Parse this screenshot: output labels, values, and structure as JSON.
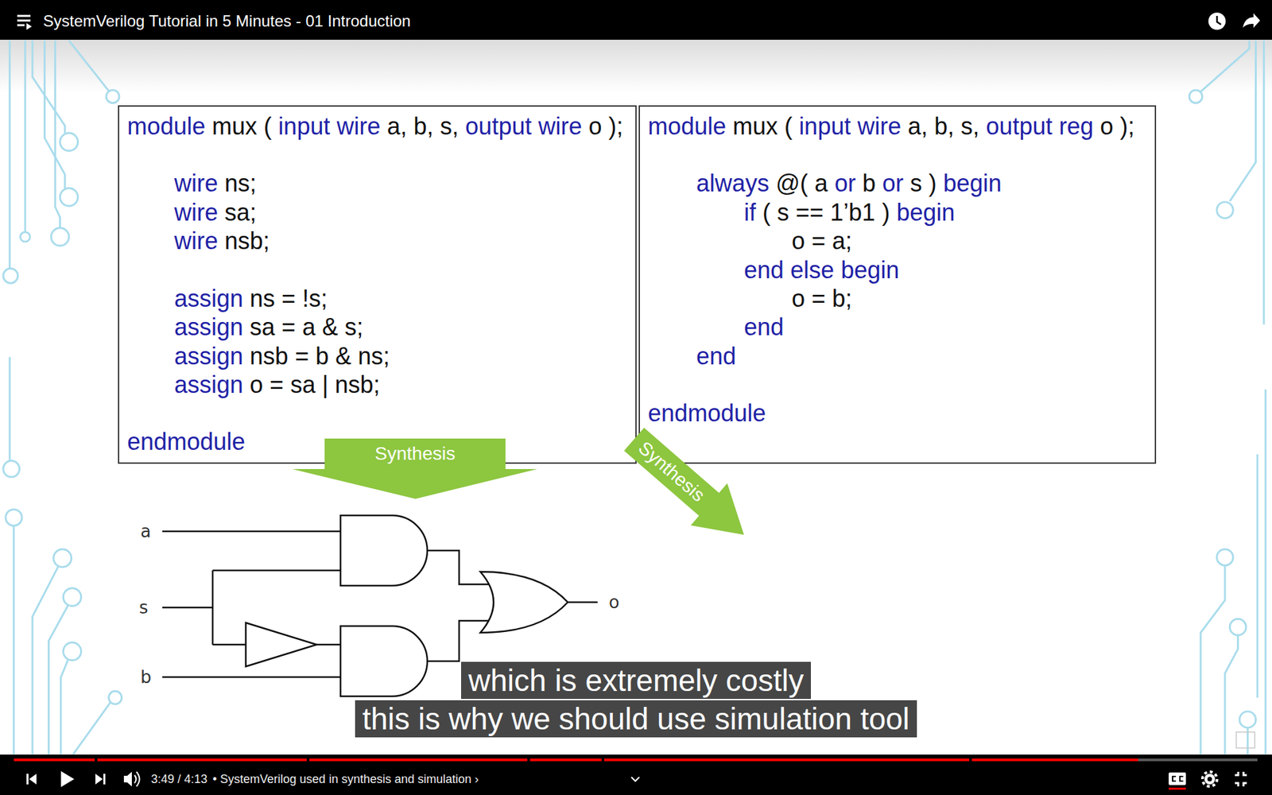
{
  "diagram": {
    "title": "SystemVerilog Tutorial in 5 Minutes - 01 Introduction",
    "nodes": [
      {
        "text": [
          "module mux ( input wire a, b, s, output wire o );",
          "wire ns;",
          "wire sa;",
          "wire nsb;",
          "assign ns = !s;",
          "assign sa = a & s;",
          "assign nsb = b & ns;",
          "assign o = sa | nsb;",
          "endmodule"
        ]
      },
      {
        "text": [
          "module mux ( input wire a, b, s, output reg o );",
          "always @( a or b or s ) begin",
          "if ( s == 1’b1 ) begin",
          "o = a;",
          "end else begin",
          "o = b;",
          "end",
          "end",
          "endmodule"
        ]
      },
      {
        "text": [
          "Synthesis"
        ]
      },
      {
        "text": [
          "Synthesis"
        ]
      },
      {
        "text": [
          "which is extremely costly"
        ]
      },
      {
        "text": [
          "this is why we should use simulation tool"
        ]
      }
    ],
    "labels": [
      "a",
      "s",
      "b",
      "o",
      "3:49 / 4:13",
      "• SystemVerilog used in synthesis and simulation ›"
    ]
  }
}
